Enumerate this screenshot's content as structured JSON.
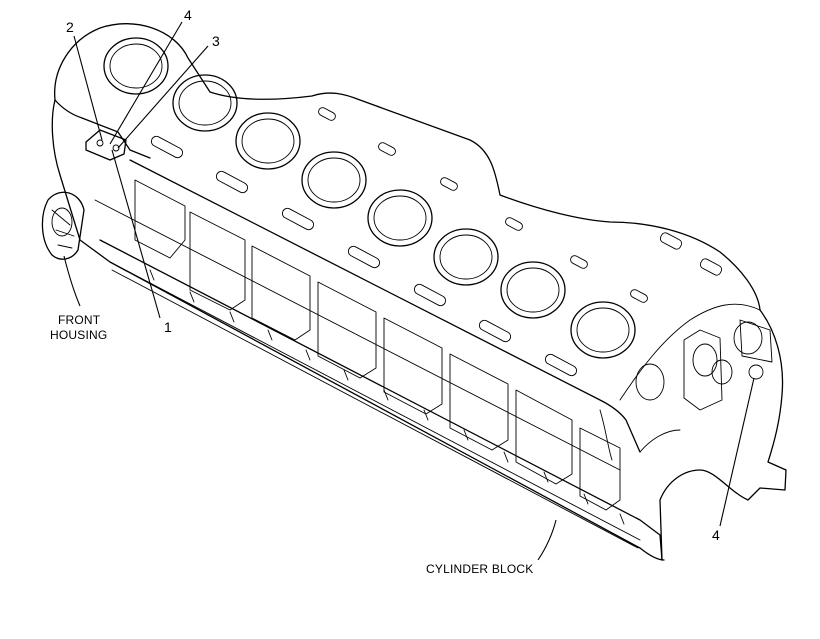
{
  "diagram": {
    "callouts": [
      {
        "id": "callout-2",
        "text": "2"
      },
      {
        "id": "callout-4-top",
        "text": "4"
      },
      {
        "id": "callout-3",
        "text": "3"
      },
      {
        "id": "callout-1",
        "text": "1"
      },
      {
        "id": "callout-4-right",
        "text": "4"
      }
    ],
    "labels": {
      "front_housing_line1": "FRONT",
      "front_housing_line2": "HOUSING",
      "cylinder_block": "CYLINDER BLOCK"
    }
  }
}
